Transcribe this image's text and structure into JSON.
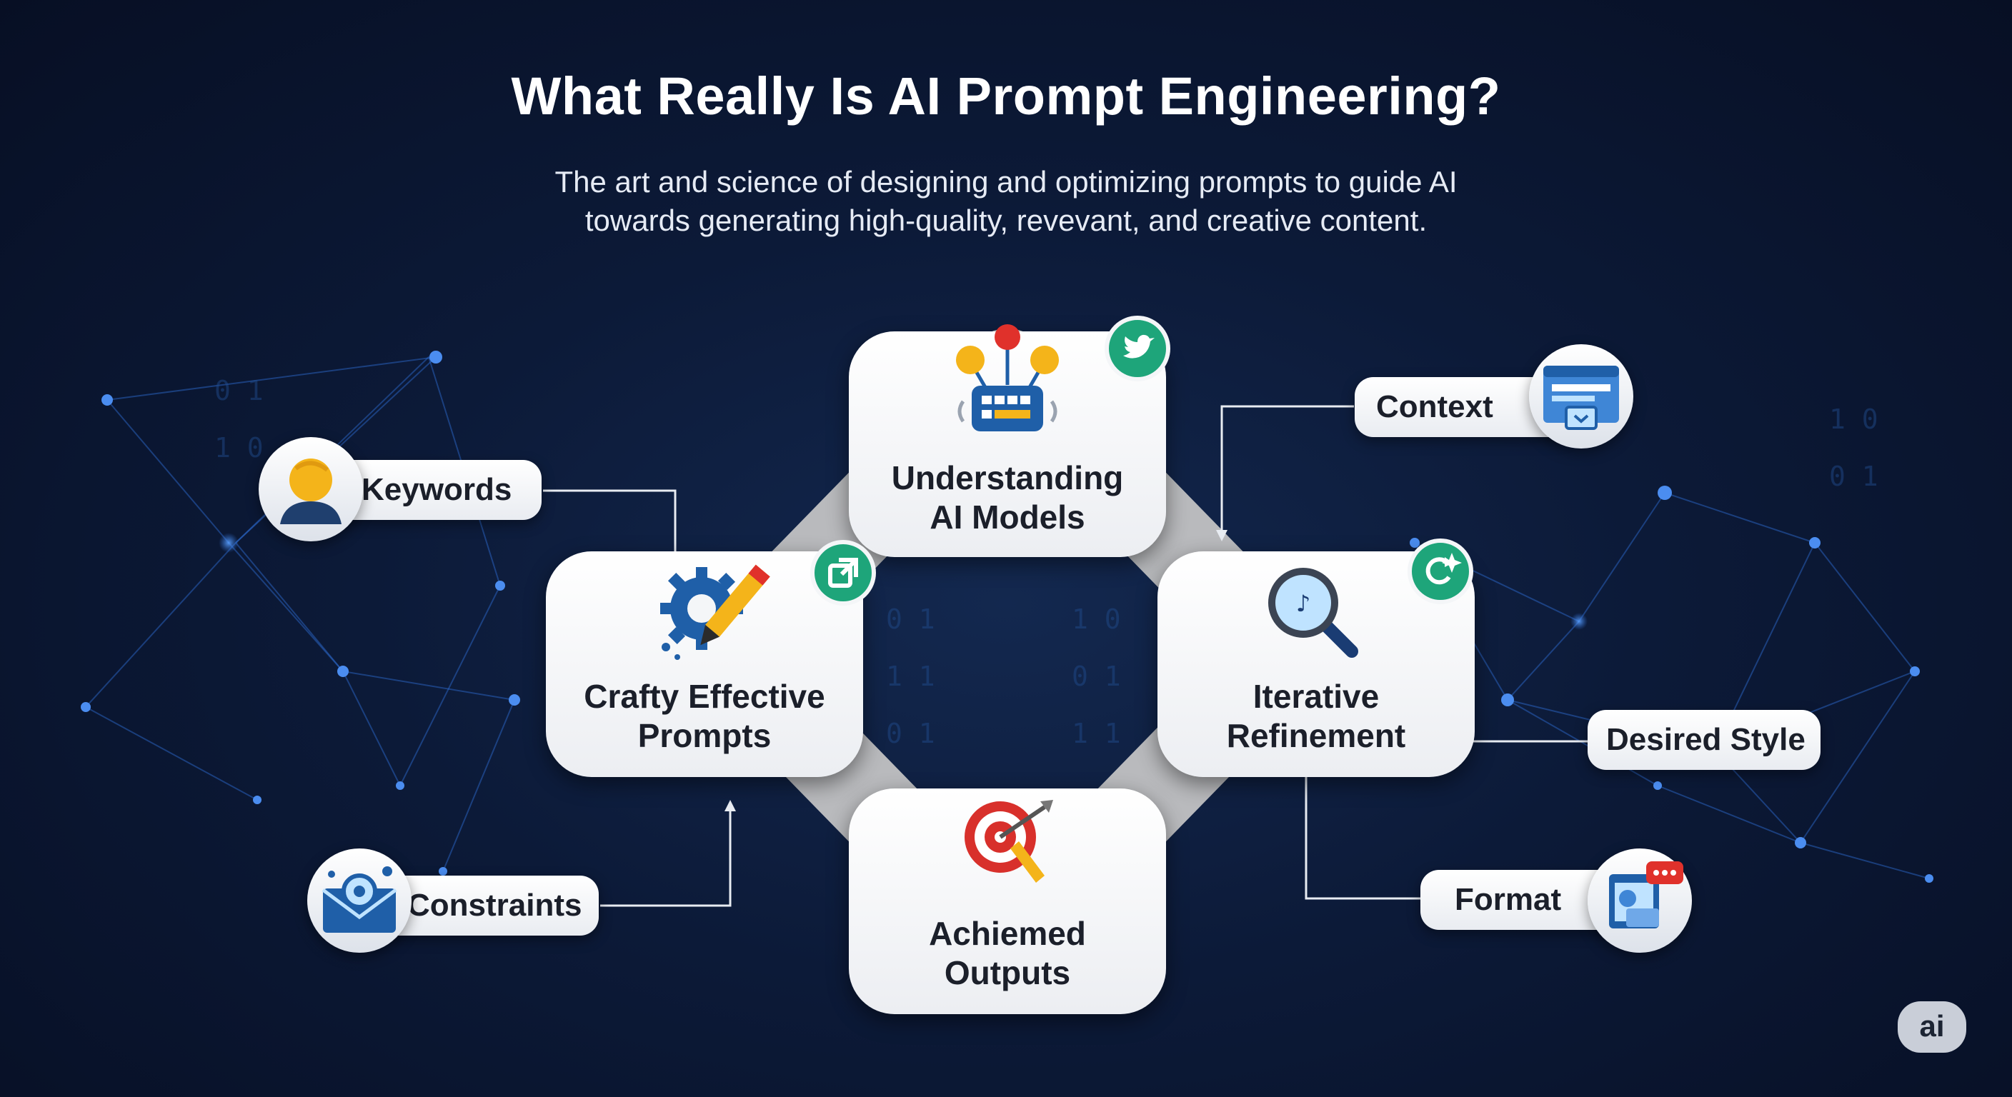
{
  "header": {
    "title": "What Really Is AI Prompt Engineering?",
    "subtitle": "The art and science of designing and optimizing prompts to guide AI\n  towards generating high-quality, revevant, and creative content."
  },
  "cycle": {
    "top": "Understanding\nAI Models",
    "left": "Crafty Effective\nPrompts",
    "right": "Iterative\nRefinement",
    "bottom": "Achiemed\nOutputs"
  },
  "inputs": {
    "keywords": "Keywords",
    "constraints": "Constraints",
    "context": "Context",
    "desired_style": "Desired Style",
    "format": "Format"
  },
  "icons": {
    "top_card": "robot-network-icon",
    "top_badge": "twitter-bird-icon",
    "left_card": "gear-pencil-icon",
    "left_badge": "external-link-icon",
    "right_card": "magnifier-icon",
    "right_badge": "refresh-spark-icon",
    "bottom_card": "target-arrow-icon",
    "keywords": "user-avatar-icon",
    "constraints": "envelope-gear-icon",
    "context": "browser-window-icon",
    "format": "chat-windows-icon"
  },
  "colors": {
    "background": "#0c1a38",
    "card": "#ffffff",
    "badge": "#1ea57a",
    "ring": "#c8c8c8",
    "connector": "#e8ecf2",
    "network": "#2f6fd6"
  },
  "logo": {
    "text": "ai"
  }
}
